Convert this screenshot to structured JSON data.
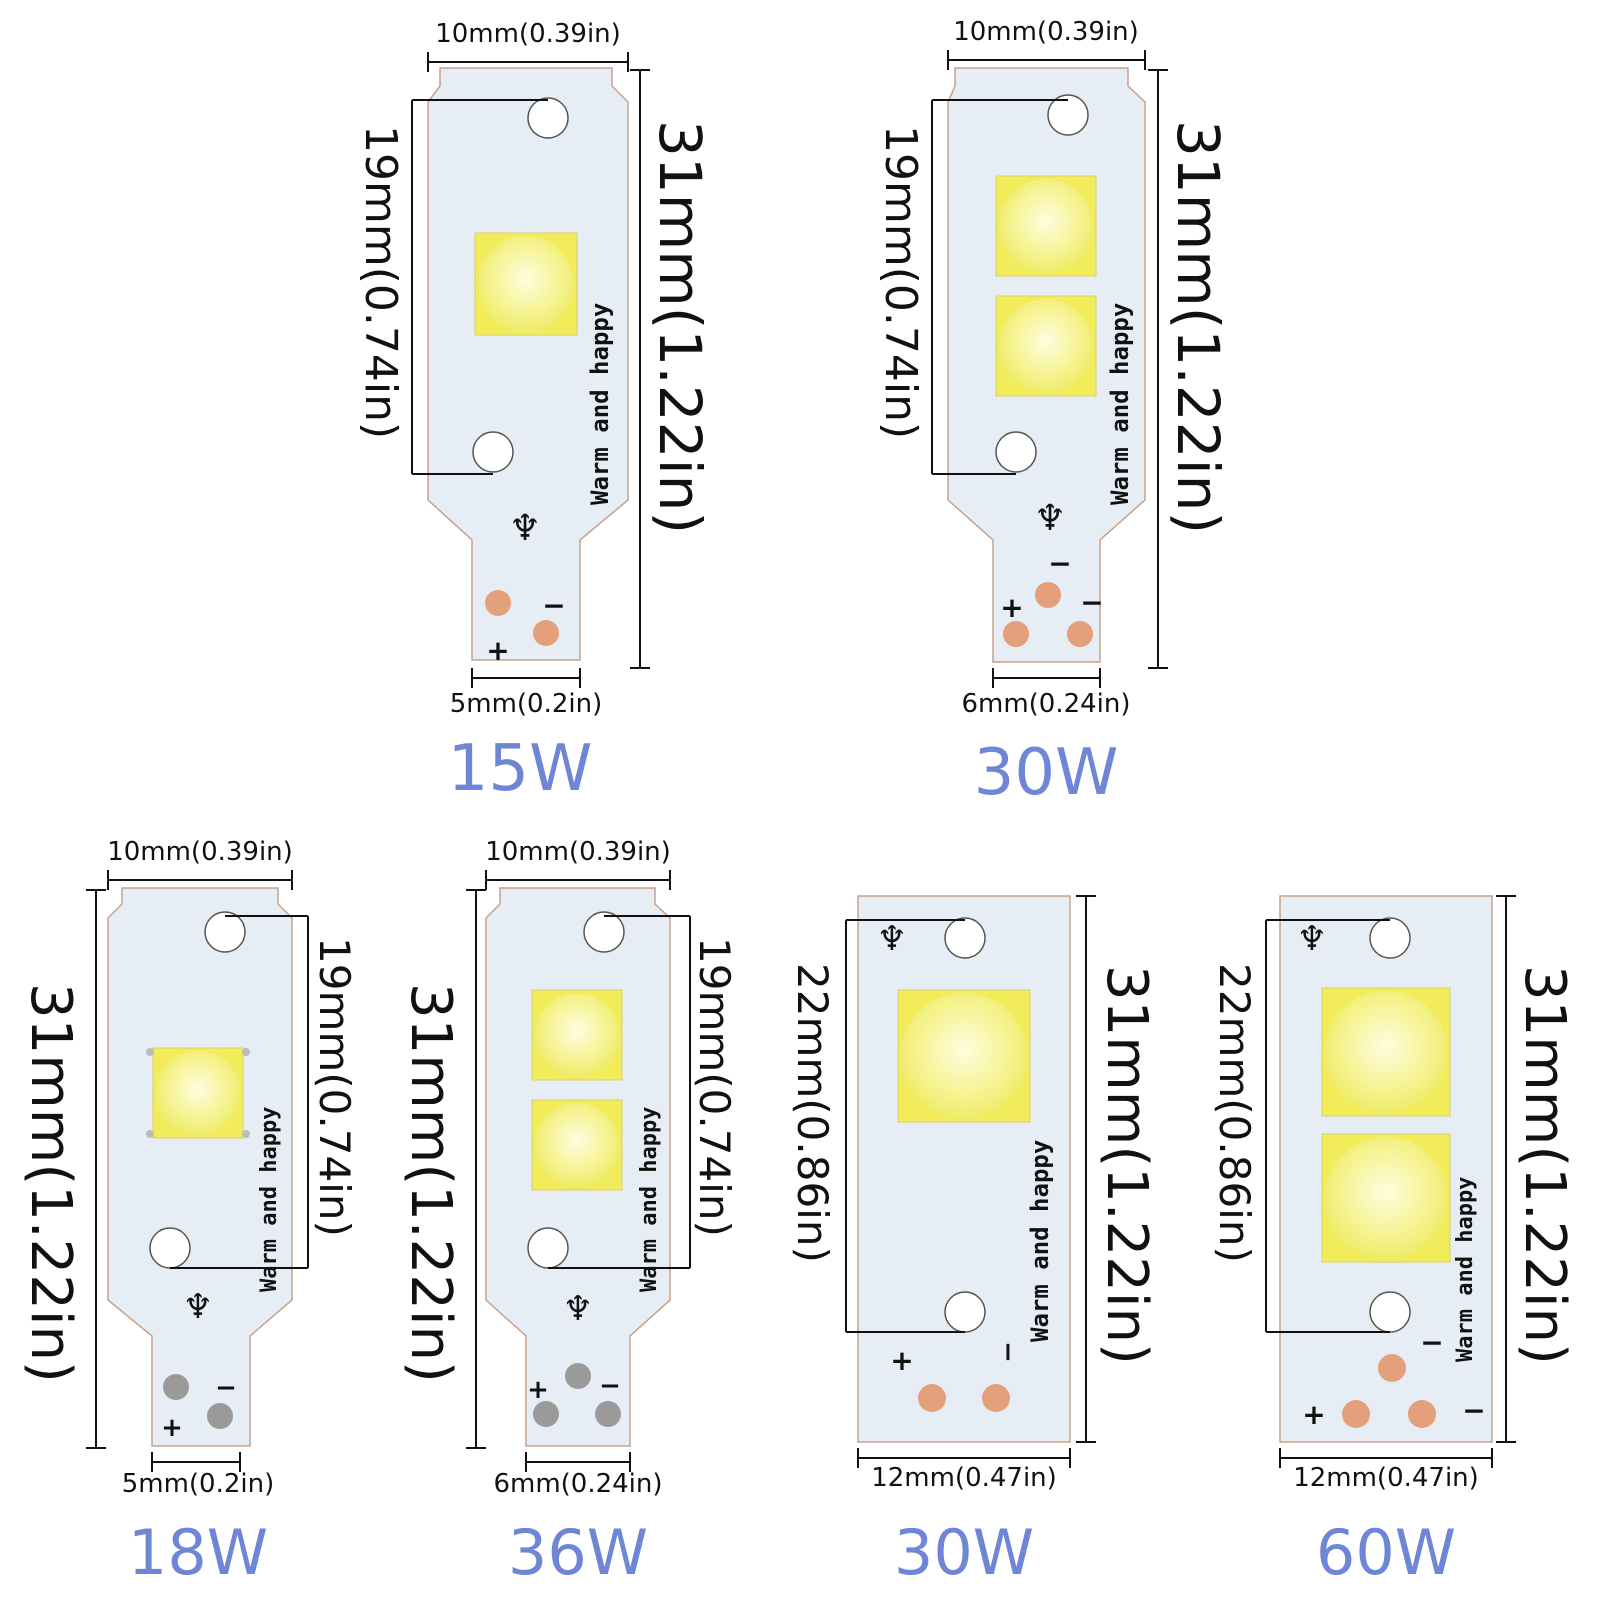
{
  "modules": [
    {
      "id": "module-15w",
      "wattage": "15W",
      "width_label": "10mm(0.39in)",
      "length_label": "31mm(1.22in)",
      "hole_spacing_label": "19mm(0.74in)",
      "tab_width_label": "5mm(0.2in)",
      "board_text": "Warm and happy",
      "plus_sign": "+",
      "minus_sign": "−",
      "led_count": 1,
      "pad_color": "#e4a07a"
    },
    {
      "id": "module-30w-narrow",
      "wattage": "30W",
      "width_label": "10mm(0.39in)",
      "length_label": "31mm(1.22in)",
      "hole_spacing_label": "19mm(0.74in)",
      "tab_width_label": "6mm(0.24in)",
      "board_text": "Warm and happy",
      "plus_sign": "+",
      "minus_sign": "−",
      "led_count": 2,
      "pad_color": "#e4a07a"
    },
    {
      "id": "module-18w",
      "wattage": "18W",
      "width_label": "10mm(0.39in)",
      "length_label": "31mm(1.22in)",
      "hole_spacing_label": "19mm(0.74in)",
      "tab_width_label": "5mm(0.2in)",
      "board_text": "Warm and happy",
      "plus_sign": "+",
      "minus_sign": "−",
      "led_count": 1,
      "pad_color": "#9a9a9a"
    },
    {
      "id": "module-36w",
      "wattage": "36W",
      "width_label": "10mm(0.39in)",
      "length_label": "31mm(1.22in)",
      "hole_spacing_label": "19mm(0.74in)",
      "tab_width_label": "6mm(0.24in)",
      "board_text": "Warm and happy",
      "plus_sign": "+",
      "minus_sign": "−",
      "led_count": 2,
      "pad_color": "#9a9a9a"
    },
    {
      "id": "module-30w-wide",
      "wattage": "30W",
      "width_label": "12mm(0.47in)",
      "length_label": "31mm(1.22in)",
      "hole_spacing_label": "22mm(0.86in)",
      "board_text": "Warm and happy",
      "plus_sign": "+",
      "minus_sign": "−",
      "led_count": 1,
      "pad_color": "#e4a07a"
    },
    {
      "id": "module-60w",
      "wattage": "60W",
      "width_label": "12mm(0.47in)",
      "length_label": "31mm(1.22in)",
      "hole_spacing_label": "22mm(0.86in)",
      "board_text": "Warm and happy",
      "plus_sign": "+",
      "minus_sign": "−",
      "led_count": 2,
      "pad_color": "#e4a07a"
    }
  ],
  "colors": {
    "wattage_text": "#6f86d6",
    "board_fill": "#e7edf5",
    "led_yellow": "#f5f07a",
    "led_highlight": "#fbfbd0"
  }
}
